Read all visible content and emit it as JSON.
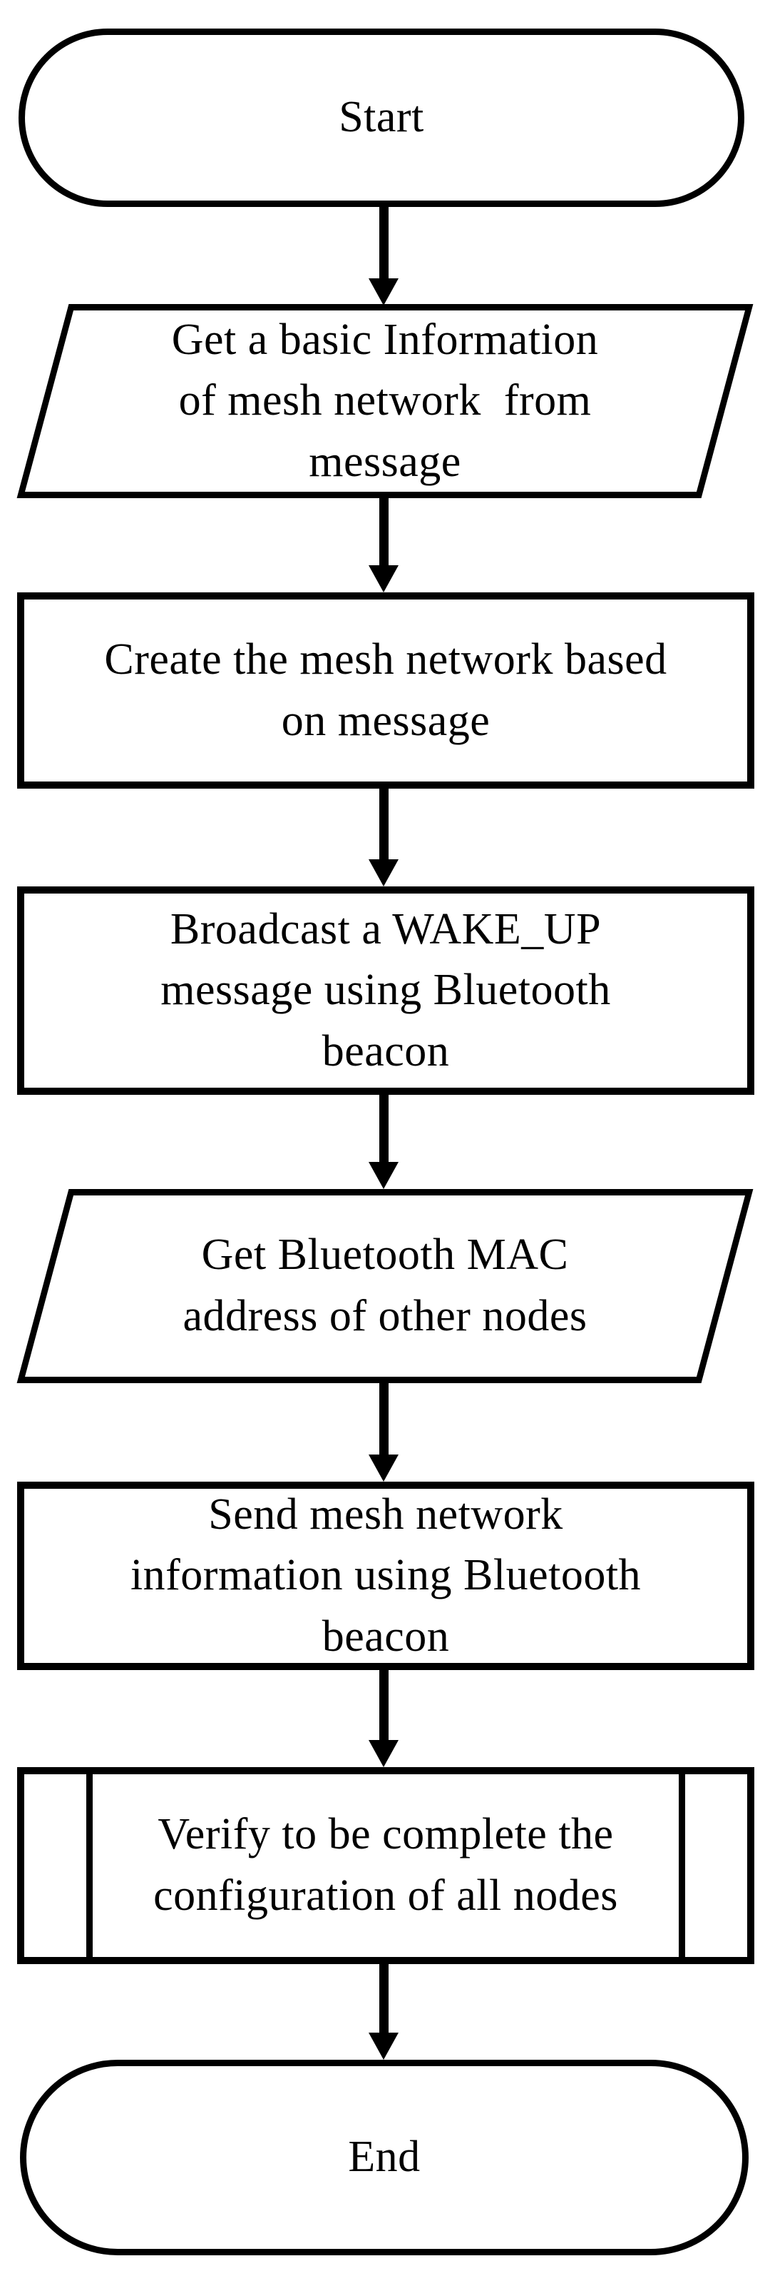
{
  "colors": {
    "stroke": "#000000",
    "fill": "#ffffff",
    "text": "#000000"
  },
  "nodes": [
    {
      "id": "start",
      "type": "terminator",
      "label": "Start"
    },
    {
      "id": "get-basic-info",
      "type": "data-parallelogram",
      "label": "Get a basic Information\nof mesh network  from\nmessage"
    },
    {
      "id": "create-mesh",
      "type": "process",
      "label": "Create the mesh network based\non message"
    },
    {
      "id": "broadcast-wakeup",
      "type": "process",
      "label": "Broadcast a WAKE_UP\nmessage using Bluetooth\nbeacon"
    },
    {
      "id": "get-mac-address",
      "type": "data-parallelogram",
      "label": "Get Bluetooth MAC\naddress of other nodes"
    },
    {
      "id": "send-mesh-info",
      "type": "process",
      "label": "Send mesh network\ninformation using Bluetooth\nbeacon"
    },
    {
      "id": "verify-config",
      "type": "predefined-process",
      "label": "Verify to be complete the\nconfiguration of all nodes"
    },
    {
      "id": "end",
      "type": "terminator",
      "label": "End"
    }
  ],
  "edges": [
    {
      "from": "start",
      "to": "get-basic-info"
    },
    {
      "from": "get-basic-info",
      "to": "create-mesh"
    },
    {
      "from": "create-mesh",
      "to": "broadcast-wakeup"
    },
    {
      "from": "broadcast-wakeup",
      "to": "get-mac-address"
    },
    {
      "from": "get-mac-address",
      "to": "send-mesh-info"
    },
    {
      "from": "send-mesh-info",
      "to": "verify-config"
    },
    {
      "from": "verify-config",
      "to": "end"
    }
  ]
}
